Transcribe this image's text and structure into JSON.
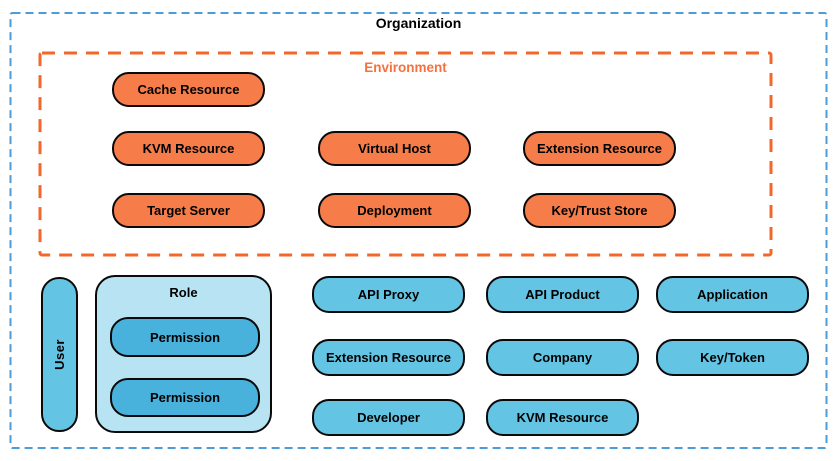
{
  "diagram": {
    "organization": {
      "title": "Organization"
    },
    "environment": {
      "title": "Environment",
      "nodes": [
        {
          "label": "Cache Resource"
        },
        {
          "label": "KVM Resource"
        },
        {
          "label": "Virtual Host"
        },
        {
          "label": "Extension Resource"
        },
        {
          "label": "Target Server"
        },
        {
          "label": "Deployment"
        },
        {
          "label": "Key/Trust Store"
        }
      ]
    },
    "organization_nodes": [
      {
        "label": "API Proxy"
      },
      {
        "label": "API Product"
      },
      {
        "label": "Application"
      },
      {
        "label": "Extension Resource"
      },
      {
        "label": "Company"
      },
      {
        "label": "Key/Token"
      },
      {
        "label": "Developer"
      },
      {
        "label": "KVM Resource"
      }
    ],
    "user": {
      "label": "User"
    },
    "role": {
      "label": "Role",
      "permissions": [
        {
          "label": "Permission"
        },
        {
          "label": "Permission"
        }
      ]
    },
    "colors": {
      "org_boundary": "#4D9CD8",
      "env_boundary": "#F4672B",
      "env_label": "#F8703C",
      "env_node_fill": "#F67D4A",
      "org_node_fill": "#64C4E4",
      "role_fill": "#B7E3F3",
      "permission_fill": "#49B2DC",
      "node_border": "#0A0A0A",
      "title_color": "#000000"
    }
  }
}
